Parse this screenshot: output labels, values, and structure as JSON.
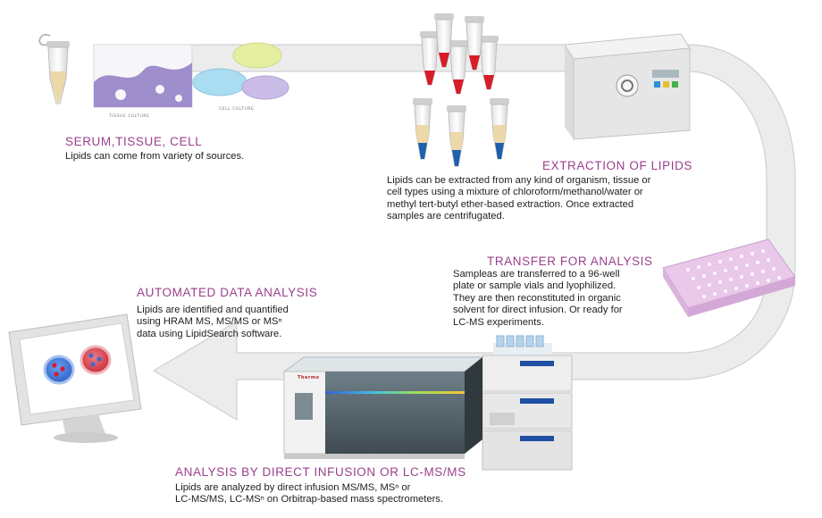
{
  "steps": {
    "source": {
      "title": "SERUM,TISSUE, CELL",
      "body": [
        "Lipids can come from variety of sources."
      ],
      "labels": {
        "tissue": "TISSUE CULTURE",
        "cell": "CELL CULTURE"
      }
    },
    "extraction": {
      "title": "EXTRACTION OF LIPIDS",
      "body": [
        "Lipids can be extracted from any kind of organism, tissue or",
        "cell types using a mixture of chloroform/methanol/water or",
        "methyl tert-butyl ether-based extraction. Once extracted",
        "samples are centrifugated."
      ]
    },
    "transfer": {
      "title": "TRANSFER FOR ANALYSIS",
      "body": [
        "Sampleas are transferred to a 96-well",
        "plate or sample vials and lyophilized.",
        "They are then reconstituted in organic",
        "solvent for direct infusion. Or ready for",
        "LC-MS experiments."
      ]
    },
    "data_analysis": {
      "title": "AUTOMATED DATA ANALYSIS",
      "body": [
        "Lipids are identified and quantified",
        "using HRAM MS, MS/MS or MSⁿ",
        "data using LipidSearch software."
      ]
    },
    "infusion": {
      "title": "ANALYSIS BY DIRECT INFUSION OR LC-MS/MS",
      "body": [
        "Lipids are analyzed by direct infusion MS/MS, MSⁿ or",
        "LC-MS/MS, LC-MSⁿ on Orbitrap-based mass spectrometers."
      ]
    }
  },
  "instrument_brand": "Thermo",
  "colors": {
    "title": "#9b3f8c",
    "arrow": "#ececec",
    "arrow_stroke": "#c9c9c9",
    "tube_red": "#d81c2a",
    "tube_blue": "#1f5fb0",
    "plate": "#e9c8ea"
  },
  "icons": [
    "microtube-icon",
    "tissue-culture-icon",
    "petri-dish-icon",
    "centrifuge-icon",
    "well-plate-icon",
    "lc-system-icon",
    "mass-spectrometer-icon",
    "monitor-icon"
  ]
}
